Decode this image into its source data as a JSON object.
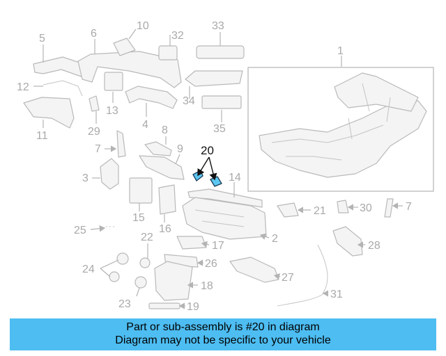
{
  "diagram": {
    "callouts": [
      "1",
      "2",
      "3",
      "5",
      "6",
      "7",
      "7",
      "8",
      "9",
      "10",
      "11",
      "12",
      "13",
      "14",
      "15",
      "16",
      "17",
      "18",
      "19",
      "20",
      "21",
      "22",
      "23",
      "24",
      "25",
      "26",
      "27",
      "28",
      "29",
      "30",
      "31",
      "32",
      "33",
      "34",
      "35",
      "4"
    ],
    "highlighted_part": "20",
    "colors": {
      "highlight": "#5cc7f2",
      "banner": "#4dbdf2",
      "line_art": "#b9b9b9"
    }
  },
  "banner": {
    "line1": "Part or sub-assembly is #20 in diagram",
    "line2": "Diagram may not be specific to your vehicle"
  }
}
